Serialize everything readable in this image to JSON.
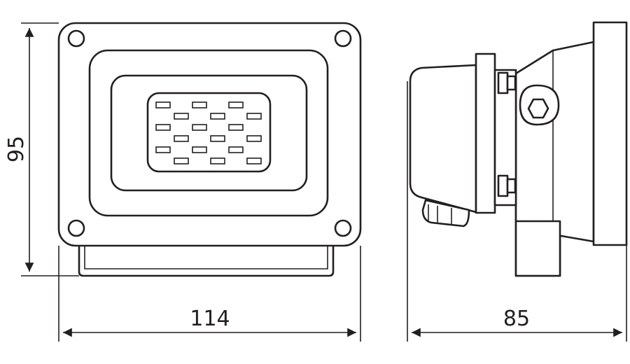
{
  "dimensions": {
    "height_label": "95",
    "front_width_label": "114",
    "side_depth_label": "85"
  },
  "colors": {
    "line": "#231f20",
    "background": "#ffffff"
  },
  "icons": {
    "bolt": "hex-bolt-icon",
    "screw": "screw-hole-icon"
  }
}
